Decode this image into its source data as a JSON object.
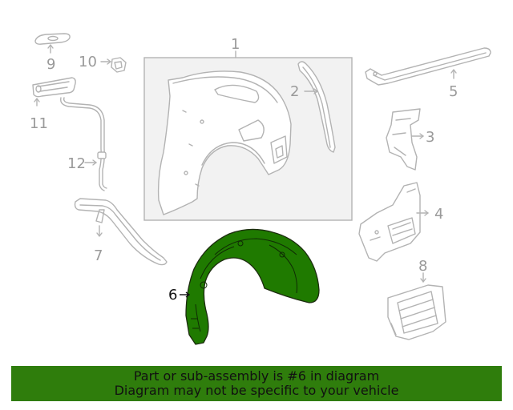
{
  "callouts": {
    "c1": "1",
    "c2": "2",
    "c3": "3",
    "c4": "4",
    "c5": "5",
    "c6": "6",
    "c7": "7",
    "c8": "8",
    "c9": "9",
    "c10": "10",
    "c11": "11",
    "c12": "12"
  },
  "highlight_color": "#1f7a00",
  "banner": {
    "line1": "Part or sub-assembly is #6 in diagram",
    "line2": "Diagram may not be specific to your vehicle",
    "background": "#2f7d0c"
  }
}
